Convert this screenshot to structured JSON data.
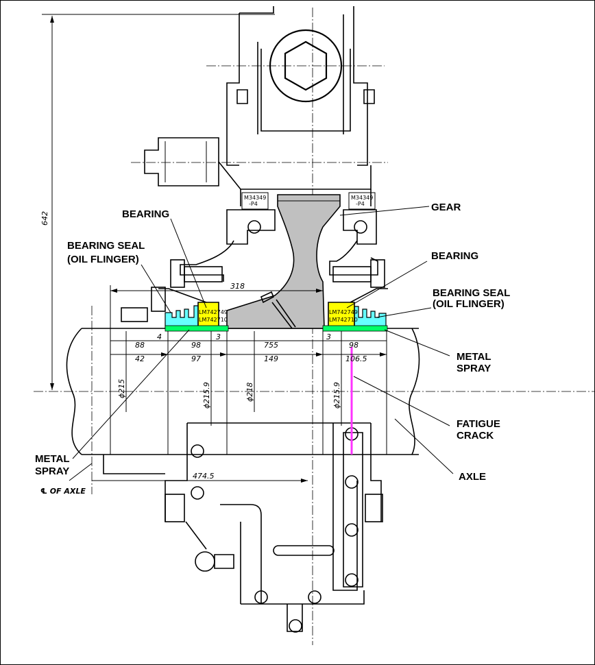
{
  "labels": {
    "gear": "GEAR",
    "bearing_left": "BEARING",
    "bearing_right": "BEARING",
    "seal_left_1": "BEARING SEAL",
    "seal_left_2": "(OIL FLINGER)",
    "seal_right_1": "BEARING SEAL",
    "seal_right_2": "(OIL FLINGER)",
    "metal_spray_right_1": "METAL",
    "metal_spray_right_2": "SPRAY",
    "metal_spray_left_1": "METAL",
    "metal_spray_left_2": "SPRAY",
    "fatigue_crack_1": "FATIGUE",
    "fatigue_crack_2": "CRACK",
    "axle": "AXLE",
    "axle_centerline": "℄ OF AXLE"
  },
  "dimensions": {
    "height_642": "642",
    "width_318": "318",
    "d_88": "88",
    "d_4": "4",
    "d_98_left": "98",
    "d_3_left": "3",
    "d_755": "755",
    "d_3_right": "3",
    "d_98_right": "98",
    "d_42": "42",
    "d_97": "97",
    "d_149": "149",
    "d_106_5": "106.5",
    "dia_215": "ϕ215",
    "dia_215_9_left": "ϕ215.9",
    "dia_218": "ϕ218",
    "dia_215_9_right": "ϕ215.9",
    "d_474_5": "474.5"
  },
  "part_numbers": {
    "bearing_left_a": "LM742749",
    "bearing_left_b": "LM742710",
    "bearing_right_a": "LM742749",
    "bearing_right_b": "LM742710",
    "upper_left_a": "M34349",
    "upper_left_b": "-P4",
    "upper_right_a": "M34349",
    "upper_right_b": "-P4"
  },
  "colors": {
    "gear_fill": "#c0c0c0",
    "bearing_fill": "#ffff00",
    "seal_fill": "#66ffff",
    "metal_spray_fill": "#00ff66",
    "crack_line": "#ff33ff"
  }
}
